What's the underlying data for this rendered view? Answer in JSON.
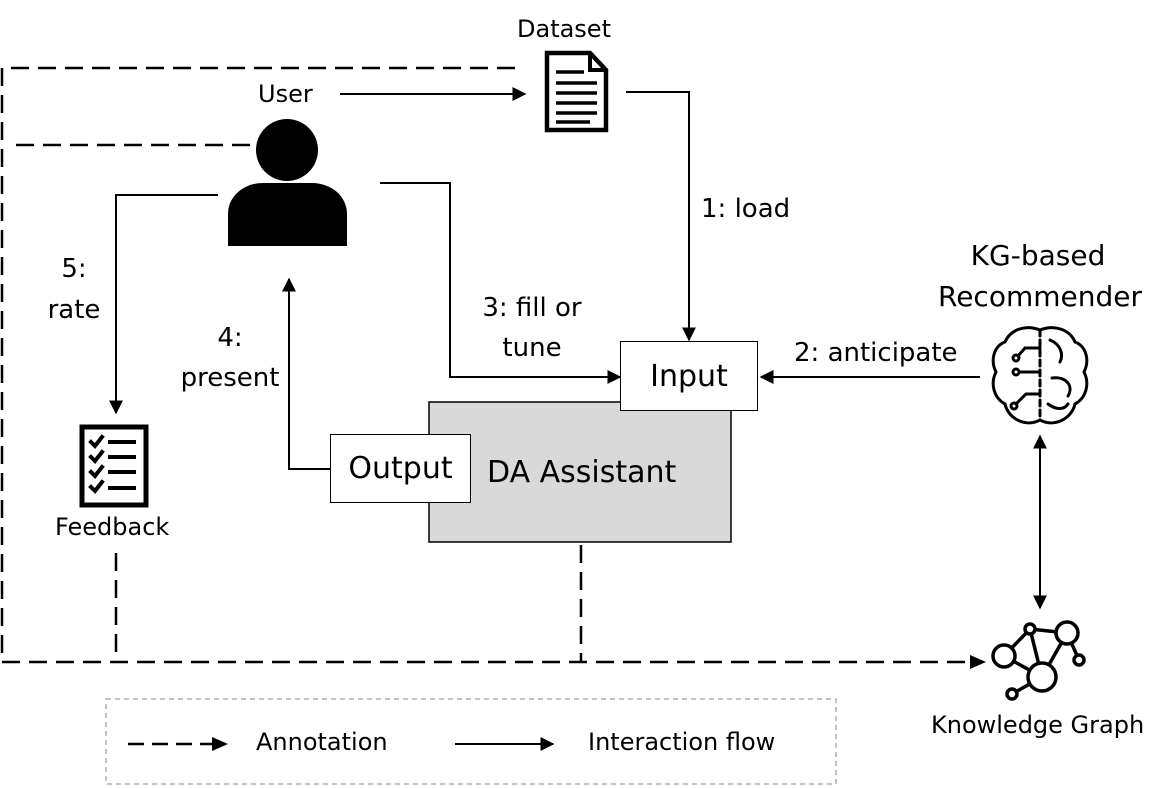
{
  "nodes": {
    "dataset": "Dataset",
    "user": "User",
    "kg_recommender_line1": "KG-based",
    "kg_recommender_line2": "Recommender",
    "input": "Input",
    "output": "Output",
    "assistant": "DA Assistant",
    "feedback": "Feedback",
    "knowledge_graph": "Knowledge Graph"
  },
  "edges": {
    "load": "1: load",
    "anticipate": "2: anticipate",
    "fill_line1": "3: fill or",
    "fill_line2": "tune",
    "present_line1": "4:",
    "present_line2": "present",
    "rate_line1": "5:",
    "rate_line2": "rate"
  },
  "legend": {
    "annotation": "Annotation",
    "interaction": "Interaction flow"
  }
}
